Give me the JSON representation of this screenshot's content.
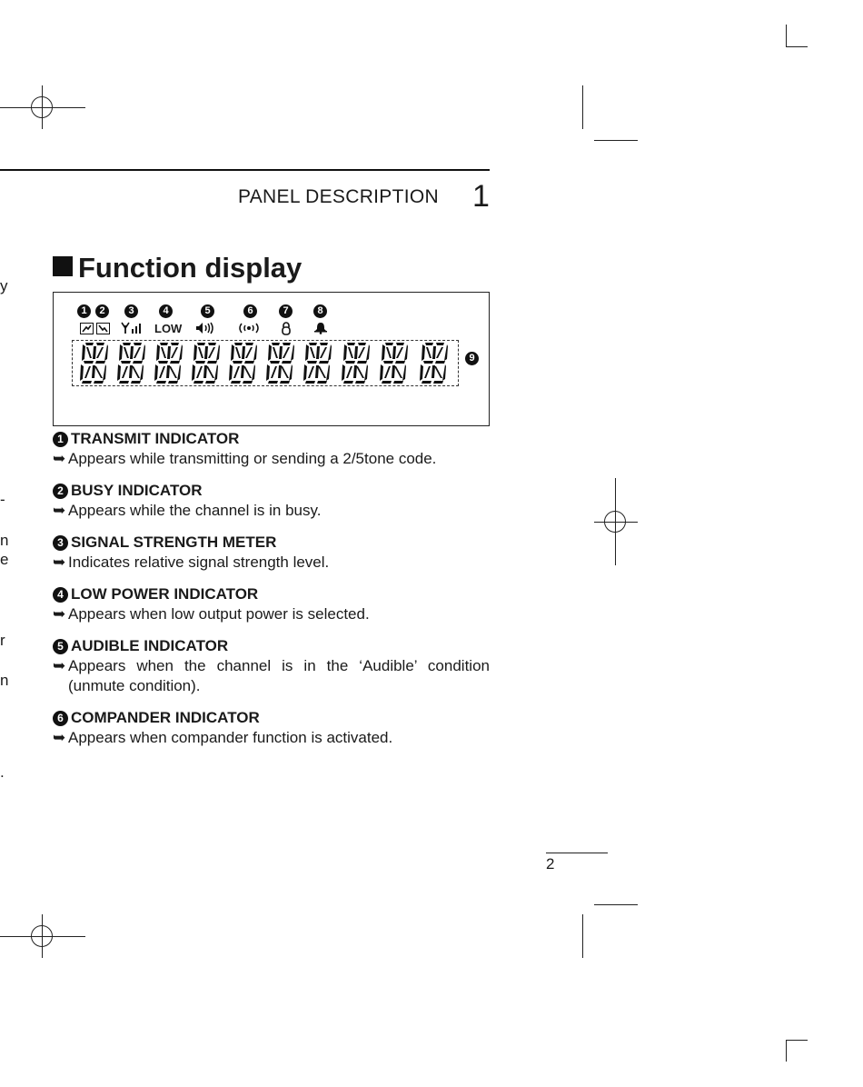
{
  "header": {
    "title": "PANEL DESCRIPTION",
    "chapter": "1"
  },
  "section": {
    "title": "Function display"
  },
  "display_panel": {
    "labels": [
      "1",
      "2",
      "3",
      "4",
      "5",
      "6",
      "7",
      "8",
      "9"
    ],
    "icons": {
      "transmit": "transmit-icon",
      "busy": "busy-icon",
      "signal": "signal-strength-icon",
      "low": "LOW",
      "audible": "speaker-icon",
      "compander": "compander-icon",
      "key": "lock-icon",
      "bell": "bell-icon"
    },
    "segment_count": 10
  },
  "items": [
    {
      "num": "1",
      "title": "TRANSMIT INDICATOR",
      "desc": "Appears while transmitting or sending a 2/5tone code."
    },
    {
      "num": "2",
      "title": "BUSY INDICATOR",
      "desc": "Appears while the channel is in busy."
    },
    {
      "num": "3",
      "title": "SIGNAL STRENGTH METER",
      "desc": "Indicates relative signal strength level."
    },
    {
      "num": "4",
      "title": "LOW POWER INDICATOR",
      "desc": "Appears when low output power is selected."
    },
    {
      "num": "5",
      "title": "AUDIBLE INDICATOR",
      "desc": "Appears when the channel is in the ‘Audible’ condition (unmute condition)."
    },
    {
      "num": "6",
      "title": "COMPANDER INDICATOR",
      "desc": "Appears when compander function is activated."
    }
  ],
  "margin_fragments": [
    "y",
    "-",
    "n",
    "e",
    "r",
    "n",
    "."
  ],
  "arrow_glyph": "➥",
  "page_number": "2"
}
